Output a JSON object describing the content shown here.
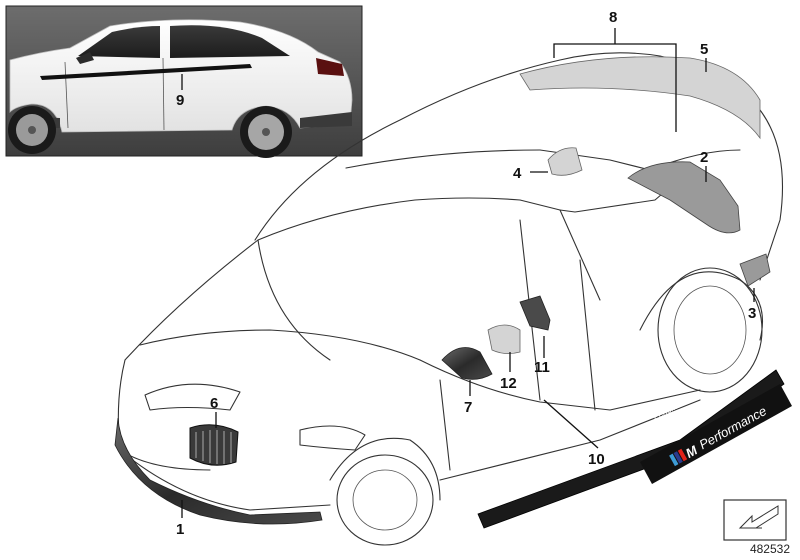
{
  "callouts": [
    {
      "id": "1",
      "label": "1"
    },
    {
      "id": "2",
      "label": "2"
    },
    {
      "id": "3",
      "label": "3"
    },
    {
      "id": "4",
      "label": "4"
    },
    {
      "id": "5",
      "label": "5"
    },
    {
      "id": "6",
      "label": "6"
    },
    {
      "id": "7",
      "label": "7"
    },
    {
      "id": "8",
      "label": "8"
    },
    {
      "id": "9",
      "label": "9"
    },
    {
      "id": "10",
      "label": "10"
    },
    {
      "id": "11",
      "label": "11"
    },
    {
      "id": "12",
      "label": "12"
    }
  ],
  "decals": {
    "sill_text": "Performance",
    "badge_letter": "M",
    "large_text": "Performance"
  },
  "reference_number": "482532",
  "colors": {
    "m_light_blue": "#3d9bd6",
    "m_dark_blue": "#2a3a8c",
    "m_red": "#e2231a"
  }
}
